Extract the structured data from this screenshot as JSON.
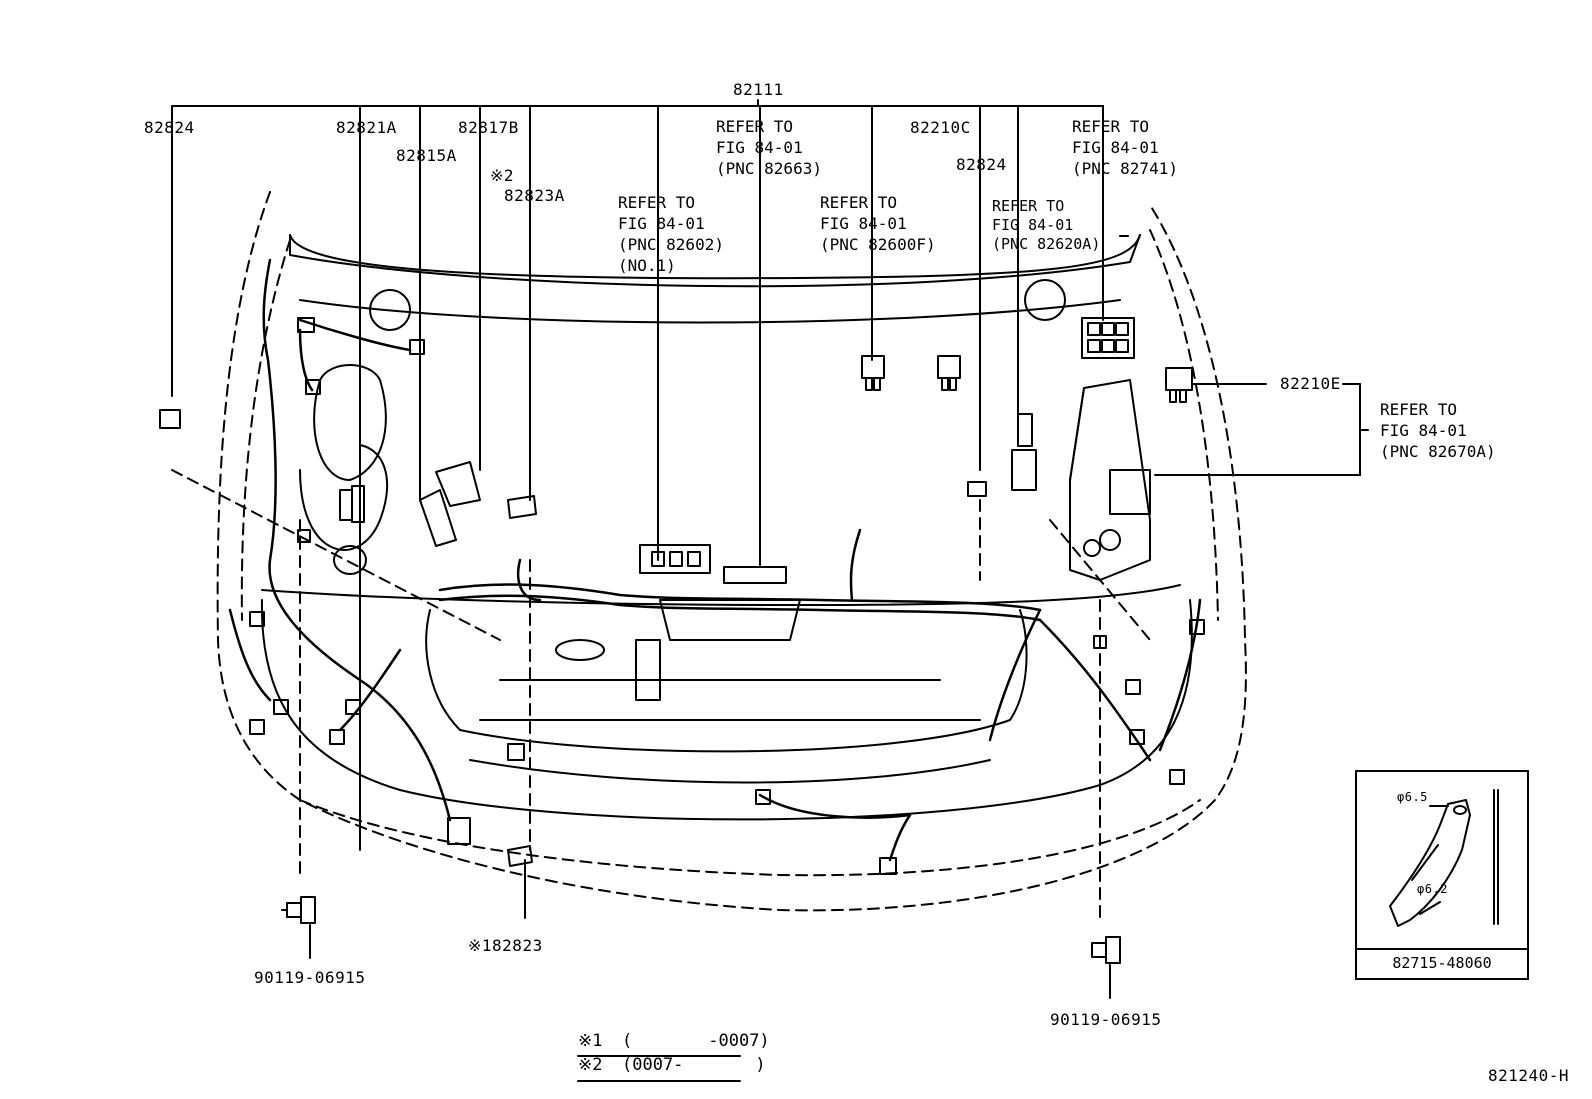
{
  "labels": {
    "harness_main": "82111",
    "left_top": "82824",
    "p82821a": "82821A",
    "p82817b": "82817B",
    "p82815a": "82815A",
    "mark2": "※2",
    "p82823a": "82823A",
    "p82210c": "82210C",
    "p82824_right": "82824",
    "p82210e": "82210E",
    "bottom_clip": "※182823",
    "bolt_left": "90119-06915",
    "bolt_right": "90119-06915",
    "figure_code": "821240-H"
  },
  "references": [
    {
      "id": "ref-82663",
      "lines": [
        "REFER TO",
        "FIG 84-01",
        "(PNC 82663)"
      ]
    },
    {
      "id": "ref-82602",
      "lines": [
        "REFER TO",
        "FIG 84-01",
        "(PNC 82602)",
        "(NO.1)"
      ]
    },
    {
      "id": "ref-82600f",
      "lines": [
        "REFER TO",
        "FIG 84-01",
        "(PNC 82600F)"
      ]
    },
    {
      "id": "ref-82620a",
      "lines": [
        "REFER TO",
        "FIG 84-01",
        "(PNC 82620A)"
      ]
    },
    {
      "id": "ref-82741",
      "lines": [
        "REFER TO",
        "FIG 84-01",
        "(PNC 82741)"
      ]
    },
    {
      "id": "ref-82670a",
      "lines": [
        "REFER TO",
        "FIG 84-01",
        "(PNC 82670A)"
      ]
    }
  ],
  "inset": {
    "part_number": "82715-48060",
    "dim_upper": "φ6.5",
    "dim_lower": "φ6.2"
  },
  "notes": [
    {
      "mark": "※1",
      "open": "(",
      "from": "",
      "to": "-0007)"
    },
    {
      "mark": "※2",
      "open": "(0007-",
      "from": "",
      "to": ")"
    }
  ]
}
